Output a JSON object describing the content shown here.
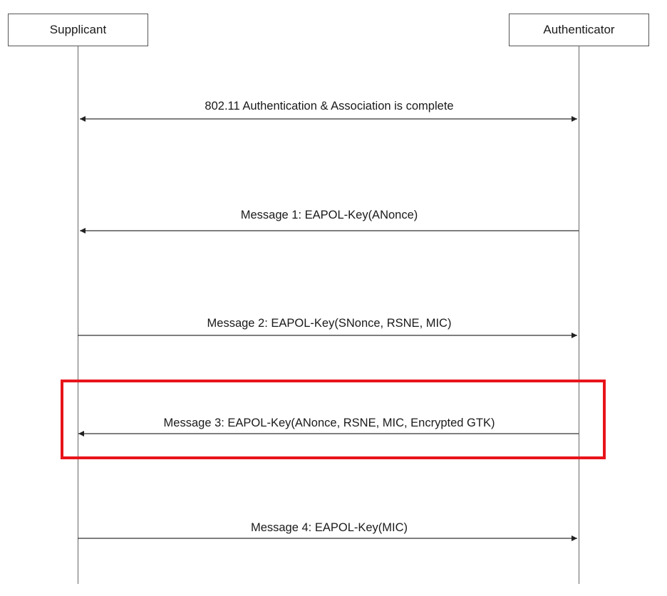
{
  "participants": {
    "supplicant": "Supplicant",
    "authenticator": "Authenticator"
  },
  "messages": [
    {
      "label": "802.11 Authentication & Association is complete",
      "direction": "both"
    },
    {
      "label": "Message 1: EAPOL-Key(ANonce)",
      "direction": "to-supplicant"
    },
    {
      "label": "Message 2: EAPOL-Key(SNonce, RSNE, MIC)",
      "direction": "to-authenticator"
    },
    {
      "label": "Message 3: EAPOL-Key(ANonce, RSNE, MIC, Encrypted GTK)",
      "direction": "to-supplicant",
      "highlighted": true
    },
    {
      "label": "Message 4: EAPOL-Key(MIC)",
      "direction": "to-authenticator"
    }
  ],
  "colors": {
    "highlight": "#e8141b",
    "line": "#333333"
  }
}
